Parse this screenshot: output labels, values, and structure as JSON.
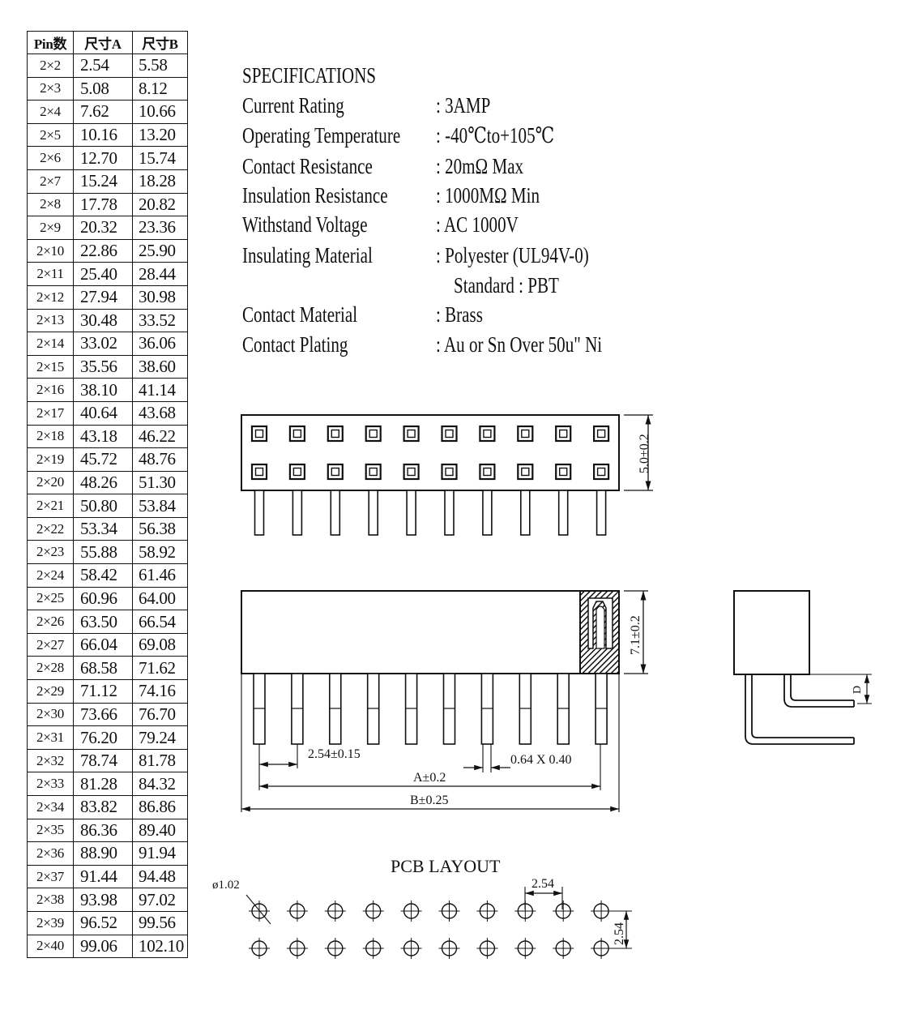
{
  "table": {
    "headers": [
      "Pin数",
      "尺寸A",
      "尺寸B"
    ],
    "rows": [
      [
        "2×2",
        "2.54",
        "5.58"
      ],
      [
        "2×3",
        "5.08",
        "8.12"
      ],
      [
        "2×4",
        "7.62",
        "10.66"
      ],
      [
        "2×5",
        "10.16",
        "13.20"
      ],
      [
        "2×6",
        "12.70",
        "15.74"
      ],
      [
        "2×7",
        "15.24",
        "18.28"
      ],
      [
        "2×8",
        "17.78",
        "20.82"
      ],
      [
        "2×9",
        "20.32",
        "23.36"
      ],
      [
        "2×10",
        "22.86",
        "25.90"
      ],
      [
        "2×11",
        "25.40",
        "28.44"
      ],
      [
        "2×12",
        "27.94",
        "30.98"
      ],
      [
        "2×13",
        "30.48",
        "33.52"
      ],
      [
        "2×14",
        "33.02",
        "36.06"
      ],
      [
        "2×15",
        "35.56",
        "38.60"
      ],
      [
        "2×16",
        "38.10",
        "41.14"
      ],
      [
        "2×17",
        "40.64",
        "43.68"
      ],
      [
        "2×18",
        "43.18",
        "46.22"
      ],
      [
        "2×19",
        "45.72",
        "48.76"
      ],
      [
        "2×20",
        "48.26",
        "51.30"
      ],
      [
        "2×21",
        "50.80",
        "53.84"
      ],
      [
        "2×22",
        "53.34",
        "56.38"
      ],
      [
        "2×23",
        "55.88",
        "58.92"
      ],
      [
        "2×24",
        "58.42",
        "61.46"
      ],
      [
        "2×25",
        "60.96",
        "64.00"
      ],
      [
        "2×26",
        "63.50",
        "66.54"
      ],
      [
        "2×27",
        "66.04",
        "69.08"
      ],
      [
        "2×28",
        "68.58",
        "71.62"
      ],
      [
        "2×29",
        "71.12",
        "74.16"
      ],
      [
        "2×30",
        "73.66",
        "76.70"
      ],
      [
        "2×31",
        "76.20",
        "79.24"
      ],
      [
        "2×32",
        "78.74",
        "81.78"
      ],
      [
        "2×33",
        "81.28",
        "84.32"
      ],
      [
        "2×34",
        "83.82",
        "86.86"
      ],
      [
        "2×35",
        "86.36",
        "89.40"
      ],
      [
        "2×36",
        "88.90",
        "91.94"
      ],
      [
        "2×37",
        "91.44",
        "94.48"
      ],
      [
        "2×38",
        "93.98",
        "97.02"
      ],
      [
        "2×39",
        "96.52",
        "99.56"
      ],
      [
        "2×40",
        "99.06",
        "102.10"
      ]
    ]
  },
  "specifications": {
    "title": "SPECIFICATIONS",
    "items": [
      {
        "label": "Current Rating",
        "value": ": 3AMP"
      },
      {
        "label": "Operating Temperature",
        "value": ": -40℃to+105℃"
      },
      {
        "label": "Contact Resistance",
        "value": ": 20mΩ Max"
      },
      {
        "label": "Insulation Resistance",
        "value": ": 1000MΩ Min"
      },
      {
        "label": "Withstand Voltage",
        "value": ": AC 1000V"
      },
      {
        "label": "Insulating Material",
        "value": ": Polyester (UL94V-0)"
      },
      {
        "label": "",
        "value": "Standard : PBT"
      },
      {
        "label": "Contact Material",
        "value": ": Brass"
      },
      {
        "label": "Contact Plating",
        "value": ": Au or Sn Over 50u\" Ni"
      }
    ]
  },
  "drawing": {
    "pin_columns": 10,
    "height_top": "5.0±0.2",
    "height_side": "7.1±0.2",
    "pitch": "2.54±0.15",
    "pin_size": "0.64 X 0.40",
    "dim_a": "A±0.2",
    "dim_b": "B±0.25",
    "dim_d": "D",
    "pcb_title": "PCB LAYOUT",
    "pcb_hole": "ø1.02",
    "pcb_pitch_x": "2.54",
    "pcb_pitch_y": "2.54"
  }
}
